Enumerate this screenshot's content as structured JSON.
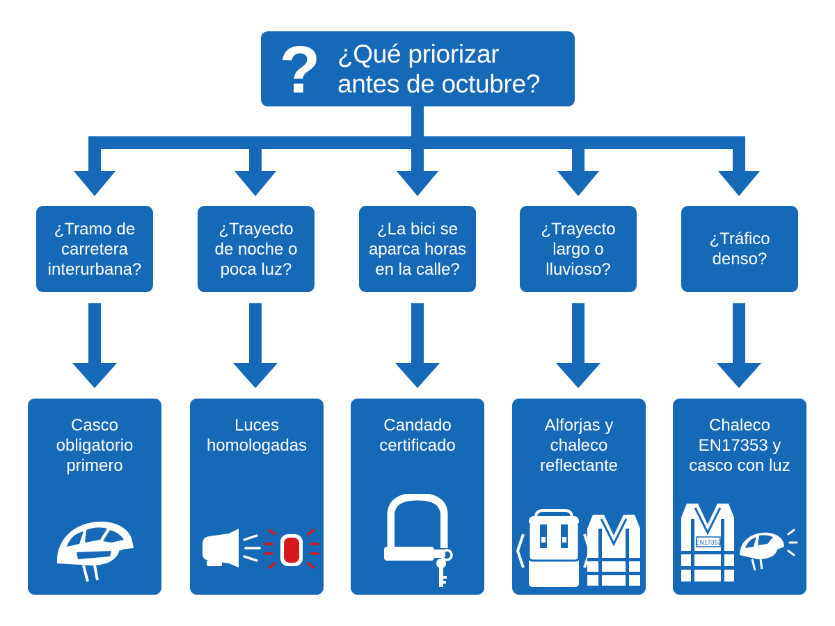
{
  "title": {
    "icon": "question-mark-icon",
    "symbol": "?",
    "line1": "¿Qué priorizar",
    "line2": "antes de octubre?"
  },
  "branches": [
    {
      "question": [
        "¿Tramo de",
        "carretera",
        "interurbana?"
      ],
      "answer": [
        "Casco",
        "obligatorio",
        "primero"
      ],
      "icons": [
        "helmet-icon"
      ]
    },
    {
      "question": [
        "¿Trayecto",
        "de noche o",
        "poca luz?"
      ],
      "answer": [
        "Luces",
        "homologadas"
      ],
      "icons": [
        "front-light-icon",
        "rear-light-icon"
      ]
    },
    {
      "question": [
        "¿La bici se",
        "aparca horas",
        "en la calle?"
      ],
      "answer": [
        "Candado",
        "certificado"
      ],
      "icons": [
        "u-lock-icon",
        "keys-icon"
      ]
    },
    {
      "question": [
        "¿Trayecto",
        "largo o",
        "lluvioso?"
      ],
      "answer": [
        "Alforjas y",
        "chaleco",
        "reflectante"
      ],
      "icons": [
        "pannier-bag-icon",
        "reflective-vest-icon"
      ]
    },
    {
      "question": [
        "¿Tráfico",
        "denso?"
      ],
      "answer": [
        "Chaleco",
        "EN17353 y",
        "casco con luz"
      ],
      "icons": [
        "reflective-vest-icon",
        "helmet-with-light-icon"
      ],
      "vest_label": "EN17353"
    }
  ],
  "colors": {
    "primary": "#1569b7",
    "icon": "#ffffff",
    "rear_light": "#d7191c"
  }
}
